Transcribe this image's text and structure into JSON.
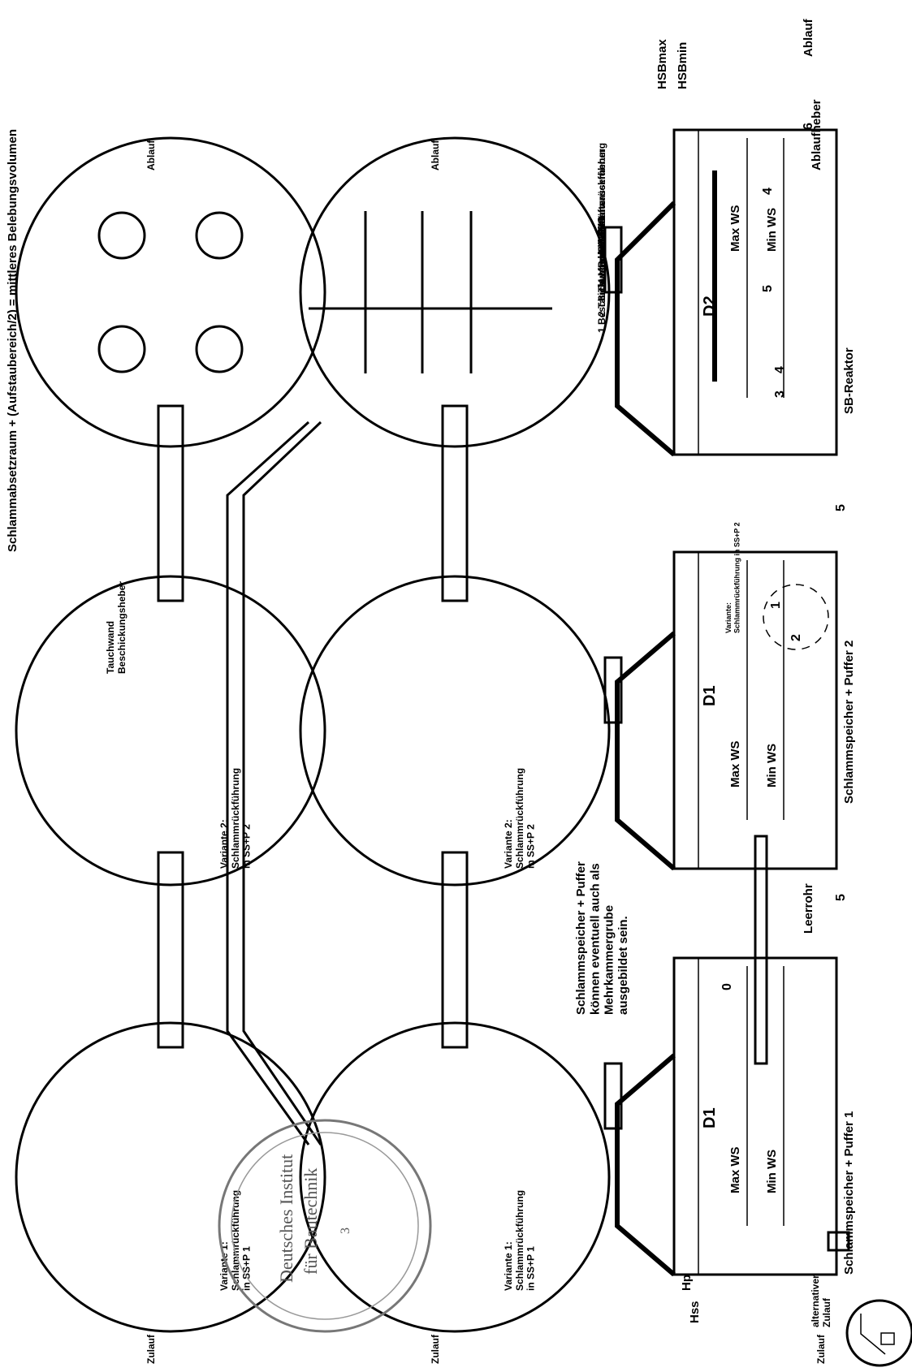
{
  "header": {
    "title": "Schlammabsetzraum + (Aufstaubereich/2) = mittleres Belebungsvolumen"
  },
  "section_view": {
    "tank1_title": "Schlammspeicher + Puffer 1",
    "tank2_title": "Schlammspeicher + Puffer 2",
    "tank3_title": "SB-Reaktor",
    "leerrohr": "Leerrohr",
    "alt_inlet": "alternativer\nZulauf",
    "inlet": "Zulauf",
    "outlet": "Ablauf",
    "outlet_lifter": "Ablaufheber",
    "max_ws": "Max WS",
    "min_ws": "Min WS",
    "variant_note": "Variante:\nSchlammrückführung in SS+P 2",
    "dim_d1": "D1",
    "dim_d2": "D2",
    "dim_hp": "Hp",
    "dim_hss": "Hss",
    "dim_hsbmax": "HSBmax",
    "dim_hsbmin": "HSBmin",
    "n0": "0",
    "n1": "1",
    "n2": "2",
    "n3": "3",
    "n4": "4",
    "n5": "5",
    "n6": "6"
  },
  "plan_view": {
    "variant1": "Variante 1:\nSchlammrückführung\nin SS+P 1",
    "variant2": "Variante 2:\nSchlammrückführung\nin SS+P 2",
    "multi_chamber_note": "Schlammspeicher + Puffer\nkönnen eventuell auch als\nMehrkammergrube\nausgebildet sein.",
    "tauchwand_label": "Tauchwand\nBeschickungsheber",
    "inlet": "Zulauf",
    "outlet": "Ablauf"
  },
  "legend": [
    "1 Beschickungsheber",
    "2 Tauchwand SS+P",
    "3 Tauchwand SBR",
    "4 Membranbelüfter",
    "Rohr/Teller",
    "5 Schlammrückführung",
    "6 Klarwasserheber"
  ],
  "stamp": {
    "line1": "Deutsches Institut",
    "line2": "für Bautechnik",
    "page": "3"
  }
}
